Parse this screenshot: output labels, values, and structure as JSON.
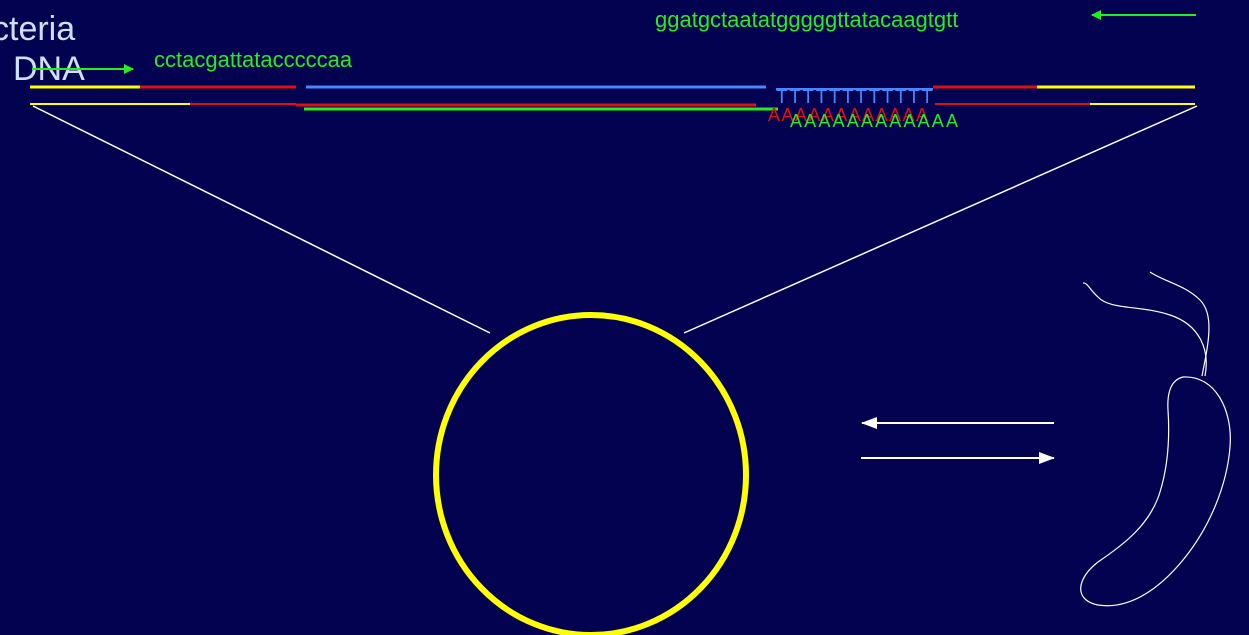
{
  "labels": {
    "organism_partial": "cteria",
    "molecule": "DNA",
    "forward_primer": "cctacgattatacccccaa",
    "reverse_primer": "ggatgctaatatgggggttatacaagtgtt"
  },
  "poly_t": "TTTTTTTTTTTT",
  "poly_a_red": "AAAAAAAAAAAA",
  "poly_a_green": "AAAAAAAAAAAA",
  "colors": {
    "background": "#020250",
    "label_text": "#cfe0f5",
    "primer": "#22ee22",
    "vector_dna": "#ffff00",
    "insert_red": "#dd1111",
    "insert_blue": "#4488ff",
    "insert_green": "#22ee22",
    "outline": "#ffffff"
  },
  "icons": [
    "plasmid-circle",
    "bacterium-cell",
    "flagella",
    "left-arrow",
    "right-arrow"
  ]
}
